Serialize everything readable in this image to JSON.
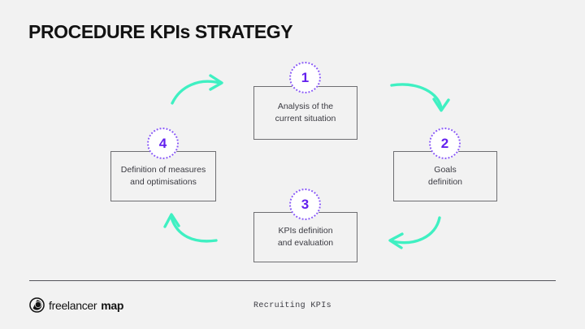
{
  "slide": {
    "title": "PROCEDURE KPIs STRATEGY",
    "background_color": "#f2f2f2"
  },
  "colors": {
    "accent_purple": "#6320ee",
    "badge_border": "#8b5cf6",
    "arrow_green": "#3ff0c2",
    "node_border": "#6e6e72",
    "text_dark": "#3b3b42",
    "title_black": "#121212"
  },
  "cycle": {
    "steps": [
      {
        "number": "1",
        "label": "Analysis of the\ncurrent situation"
      },
      {
        "number": "2",
        "label": "Goals\ndefinition"
      },
      {
        "number": "3",
        "label": "KPIs definition\nand evaluation"
      },
      {
        "number": "4",
        "label": "Definition of measures\nand optimisations"
      }
    ],
    "arrows": [
      {
        "name": "arrow-step1-to-step2",
        "direction": "clockwise"
      },
      {
        "name": "arrow-step2-to-step3",
        "direction": "clockwise"
      },
      {
        "name": "arrow-step3-to-step4",
        "direction": "clockwise"
      },
      {
        "name": "arrow-step4-to-step1",
        "direction": "clockwise"
      }
    ]
  },
  "footer": {
    "logo_icon": "freelancermap-circle-icon",
    "logo_text_light": "freelancer",
    "logo_text_bold": "map",
    "caption": "Recruiting KPIs"
  }
}
